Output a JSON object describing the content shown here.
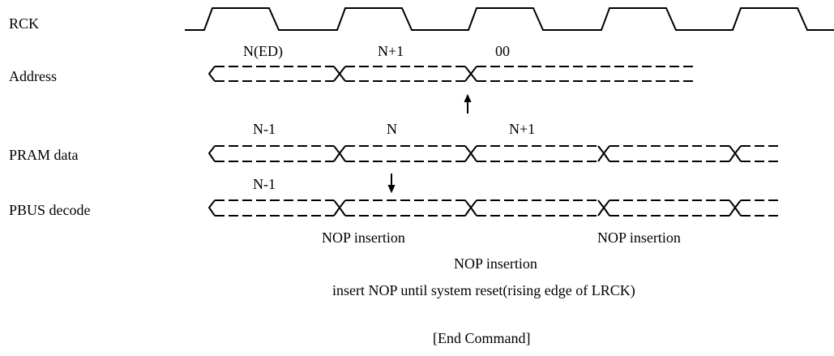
{
  "signals": {
    "rck": "RCK",
    "address": "Address",
    "pram_data": "PRAM data",
    "pbus_decode": "PBUS decode"
  },
  "address_values": [
    "N(ED)",
    "N+1",
    "00"
  ],
  "pram_values": [
    "N-1",
    "N",
    "N+1"
  ],
  "pbus_values": [
    "N-1"
  ],
  "notes": {
    "nop_1": "NOP insertion",
    "nop_2": "NOP insertion",
    "nop_3": "NOP insertion",
    "insert_until": "insert NOP until system reset(rising edge of LRCK)"
  },
  "caption": "[End Command]"
}
